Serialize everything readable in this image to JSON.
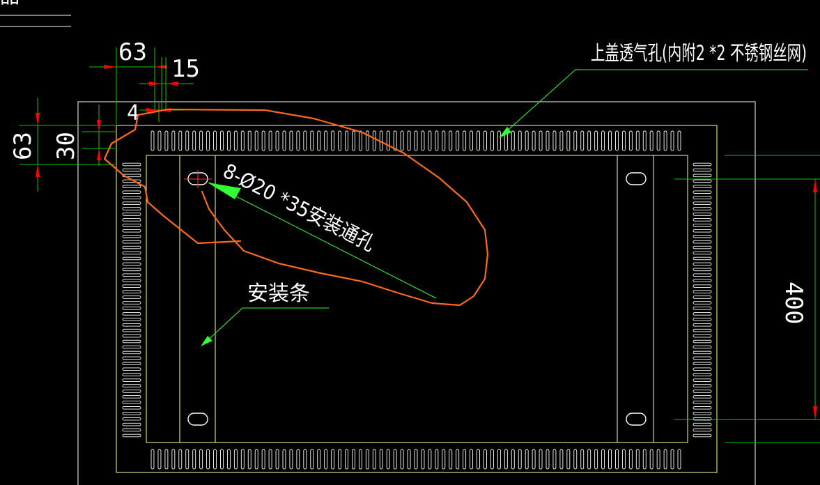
{
  "drawing": {
    "corner_text": "品",
    "vent_label": "上盖透气孔(内附2 *2 不锈钢丝网)",
    "hole_label": "8-Ø20 *35安装通孔",
    "strip_label": "安装条"
  },
  "dimensions": {
    "d63_top": "63",
    "d15": "15",
    "d4": "4",
    "d63_left": "63",
    "d30": "30",
    "d400": "400"
  },
  "slots": {
    "horizontal_count": 77,
    "vertical_count": 50
  },
  "colors": {
    "background": "#000000",
    "outline": "#ffffff",
    "panel": "#ffff99",
    "dimension": "#00cc00",
    "leader": "#33ff33",
    "arrow": "#ff0000",
    "markup": "#ff6a1a",
    "text": "#ffffff"
  }
}
